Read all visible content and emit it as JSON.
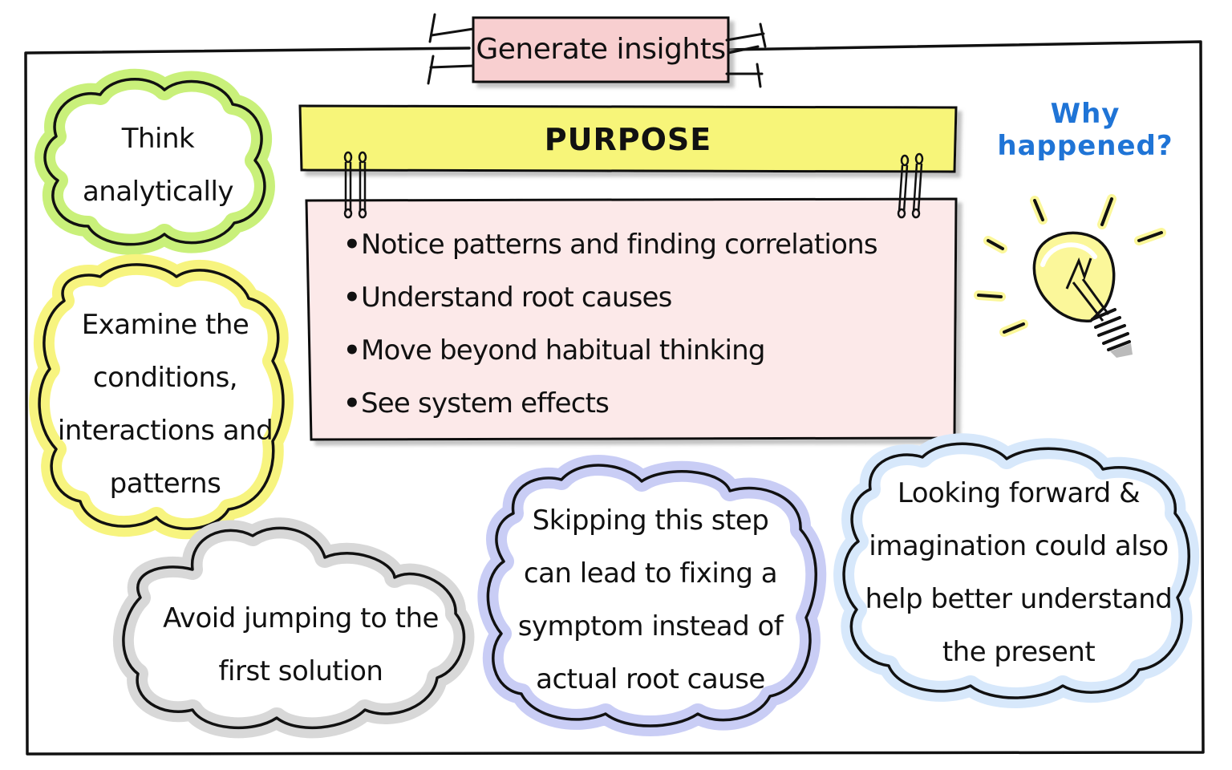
{
  "title": "Generate insights",
  "purpose": {
    "heading": "PURPOSE",
    "items": [
      "Notice patterns and finding correlations",
      "Understand root causes",
      "Move beyond habitual thinking",
      "See system effects"
    ]
  },
  "why_note": [
    "Why",
    "happened?"
  ],
  "clouds": {
    "think": [
      "Think",
      "analytically"
    ],
    "examine": [
      "Examine the",
      "conditions,",
      "interactions and",
      "patterns"
    ],
    "avoid": [
      "Avoid jumping to the",
      "first solution"
    ],
    "skipping": [
      "Skipping this step",
      "can lead to fixing a",
      "symptom instead of",
      "actual root cause"
    ],
    "looking": [
      "Looking forward &",
      "imagination could also",
      "help better understand",
      "the present"
    ]
  },
  "colors": {
    "frame": "#111111",
    "title_fill": "#f8cfd0",
    "purpose_banner": "#f7f579",
    "purpose_card": "#fce9e9",
    "why_text": "#1f74d6",
    "cloud_think": "#c9f07a",
    "cloud_examine": "#f7f47f",
    "cloud_avoid": "#d8d8d8",
    "cloud_skipping": "#c9cdf5",
    "cloud_looking": "#d7e8fb",
    "bulb_glow": "#fbf79a"
  },
  "icons": [
    "lightbulb-icon"
  ]
}
